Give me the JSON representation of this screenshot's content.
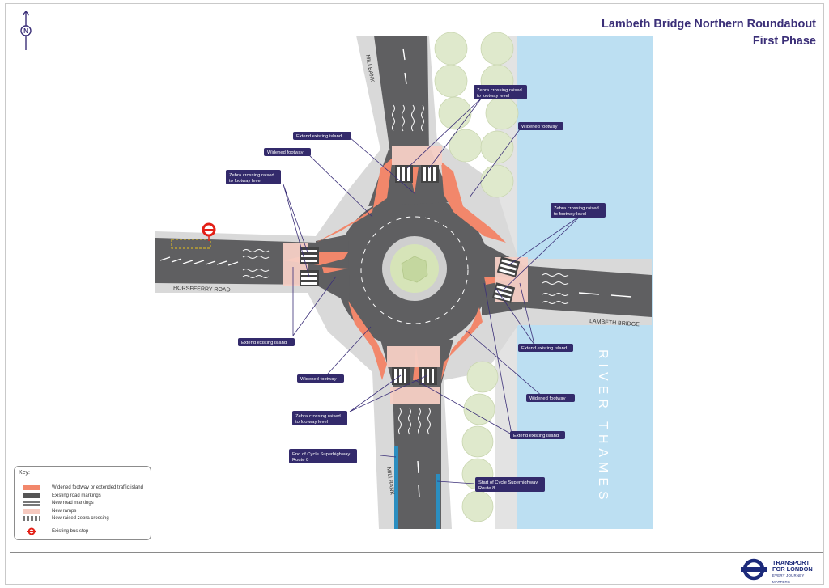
{
  "title": {
    "line1": "Lambeth Bridge Northern Roundabout",
    "line2": "First Phase"
  },
  "compass": {
    "letter": "N",
    "icon": "north-arrow-icon"
  },
  "streets": {
    "millbank_north": "MILLBANK",
    "horseferry": "HORSEFERRY ROAD",
    "lambeth_bridge": "LAMBETH BRIDGE",
    "millbank_south": "MILLBANK",
    "river": "RIVER THAMES"
  },
  "callouts": {
    "zebra_north": [
      "Zebra crossing raised",
      "to footway level"
    ],
    "extend_island_north": [
      "Extend existing island"
    ],
    "widened_ne": [
      "Widened footway"
    ],
    "widened_nw": [
      "Widened footway"
    ],
    "zebra_west": [
      "Zebra crossing raised",
      "to footway level"
    ],
    "zebra_east": [
      "Zebra crossing raised",
      "to footway level"
    ],
    "extend_island_west": [
      "Extend existing island"
    ],
    "extend_island_east": [
      "Extend existing island"
    ],
    "widened_sw": [
      "Widened footway"
    ],
    "widened_se": [
      "Widened  footway"
    ],
    "zebra_south": [
      "Zebra crossing raised",
      "to footway level"
    ],
    "extend_island_south": [
      "Extend existing island"
    ],
    "cycle_end": [
      "End of Cycle Superhighway",
      "Route 8"
    ],
    "cycle_start": [
      "Start of Cycle Superhighway",
      "Route 8"
    ]
  },
  "key": {
    "title": "Key:",
    "items": [
      {
        "label": "Widened footway or extended traffic island",
        "color": "#f2876b"
      },
      {
        "label": "Existing road markings",
        "color": "#555555"
      },
      {
        "label": "New road markings",
        "color": "#8a8a8a"
      },
      {
        "label": "New ramps",
        "color": "#f6c9bf"
      },
      {
        "label": "New raised zebra crossing",
        "color": "#777777"
      },
      {
        "label": "Existing bus stop",
        "color": "#e32017"
      }
    ]
  },
  "brand": {
    "line1": "TRANSPORT",
    "line2": "FOR LONDON",
    "tagline": "EVERY JOURNEY MATTERS",
    "color": "#1c2a7a",
    "icon": "tfl-roundel-icon"
  },
  "colors": {
    "road": "#5f5f61",
    "footway": "#d9d9d9",
    "widened": "#f2876b",
    "ramp": "#f6cfc5",
    "river": "#bcdff2",
    "trees": "#dfe9cc",
    "label_bg": "#332a6b",
    "cycle": "#2b8ec0"
  }
}
